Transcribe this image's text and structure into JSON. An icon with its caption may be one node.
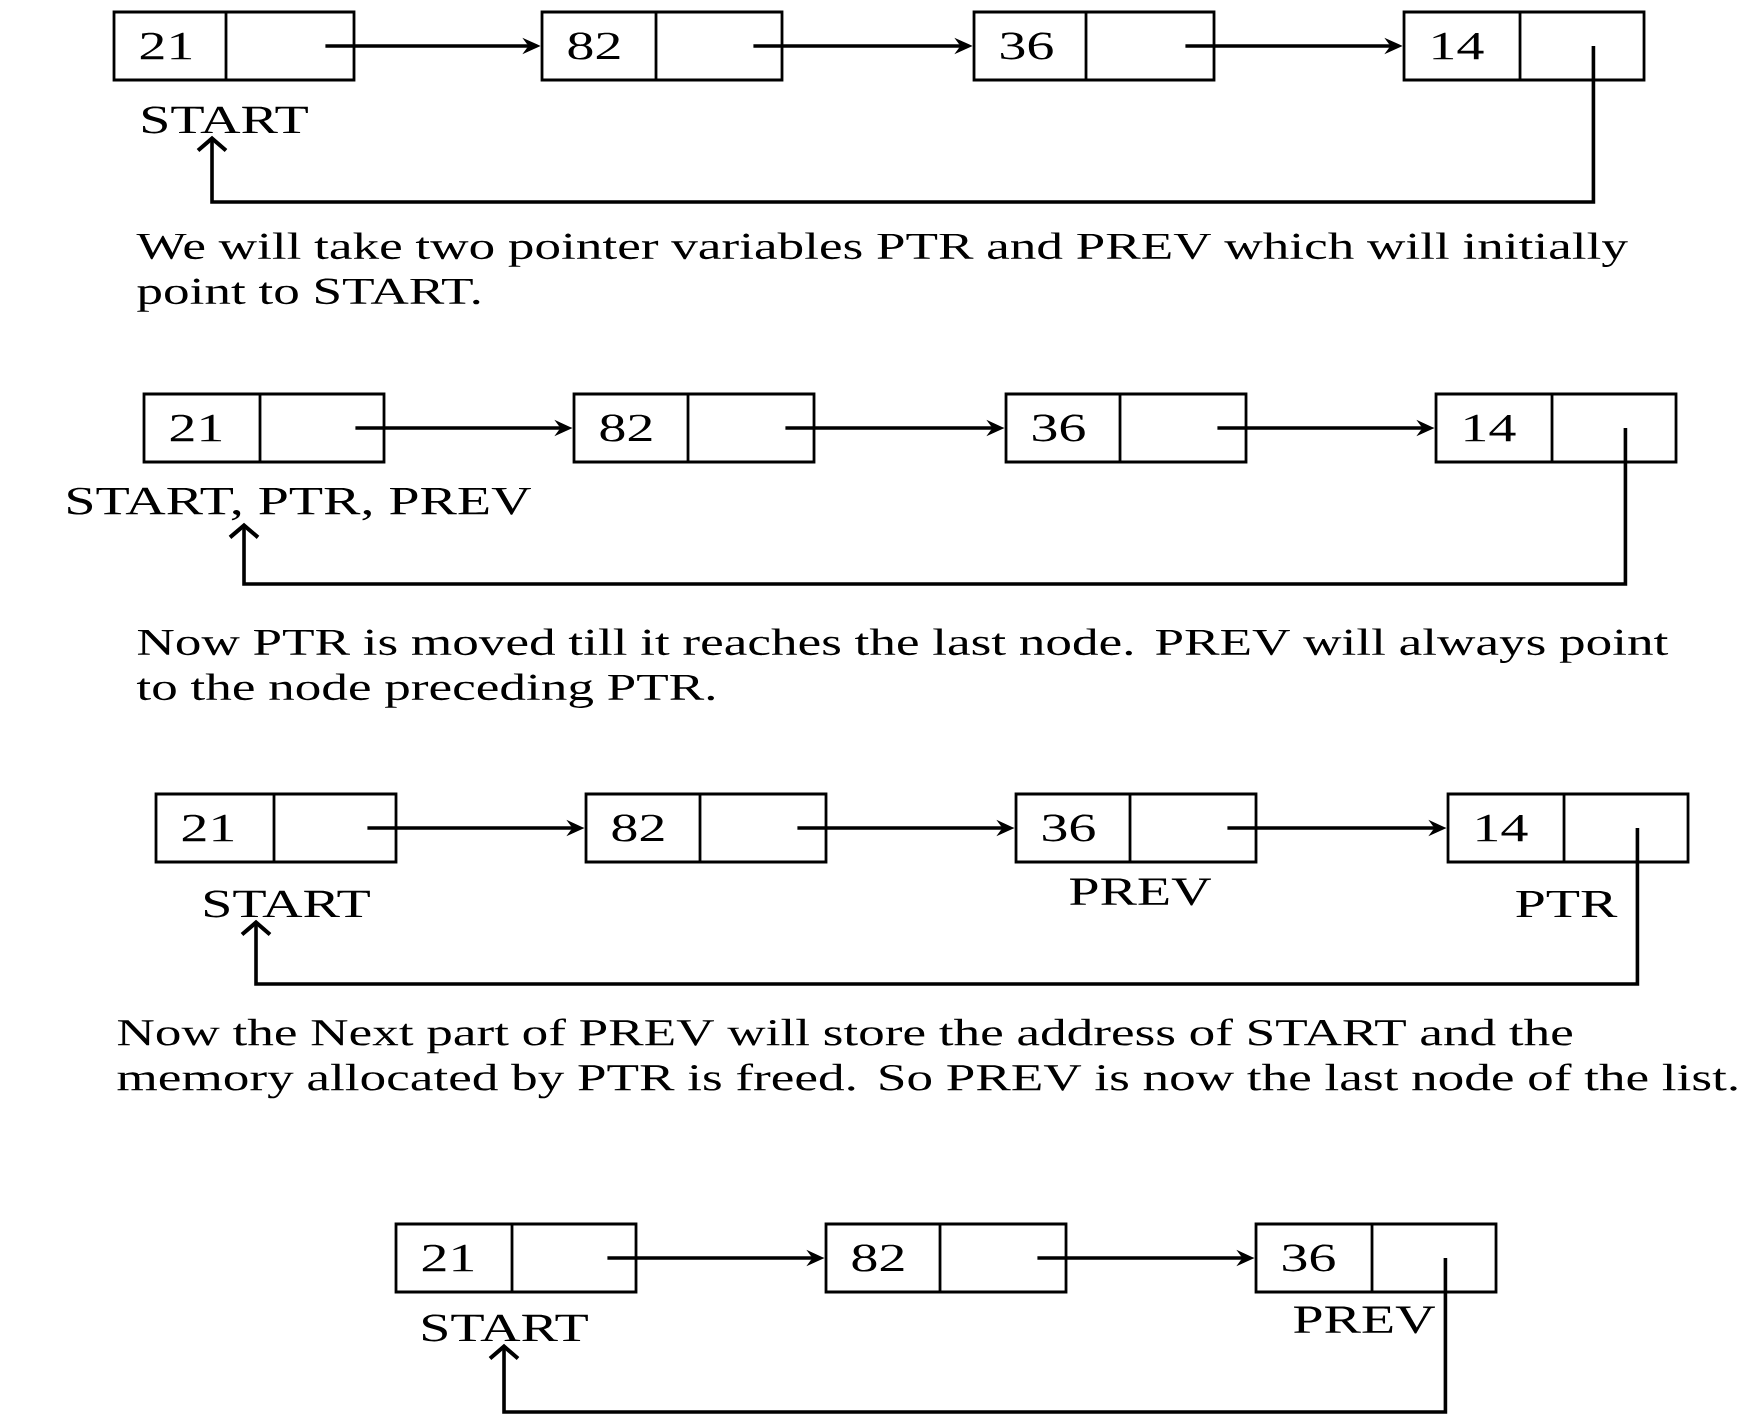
{
  "diagram": {
    "nodes": [
      {
        "text": [
          "21"
        ]
      },
      {
        "text": [
          "82"
        ]
      },
      {
        "text": [
          "36"
        ]
      },
      {
        "text": [
          "14"
        ]
      },
      {
        "text": [
          "START"
        ]
      },
      {
        "text": [
          "21"
        ]
      },
      {
        "text": [
          "82"
        ]
      },
      {
        "text": [
          "36"
        ]
      },
      {
        "text": [
          "14"
        ]
      },
      {
        "text": [
          "START, PTR, PREV"
        ]
      },
      {
        "text": [
          "21"
        ]
      },
      {
        "text": [
          "82"
        ]
      },
      {
        "text": [
          "36"
        ],
        "beside": [
          "PREV"
        ]
      },
      {
        "text": [
          "14"
        ],
        "beside": [
          "PTR"
        ]
      },
      {
        "text": [
          "START"
        ]
      },
      {
        "text": [
          "21"
        ]
      },
      {
        "text": [
          "82"
        ]
      },
      {
        "text": [
          "36"
        ],
        "beside": [
          "PREV"
        ]
      },
      {
        "text": [
          "START"
        ]
      }
    ],
    "edges": [
      {
        "from": 0,
        "to": 1,
        "arrow": "to"
      },
      {
        "from": 1,
        "to": 2,
        "arrow": "to"
      },
      {
        "from": 2,
        "to": 3,
        "arrow": "to"
      },
      {
        "from": 3,
        "to": 4,
        "arrow": "to"
      },
      {
        "from": 5,
        "to": 6,
        "arrow": "to"
      },
      {
        "from": 6,
        "to": 7,
        "arrow": "to"
      },
      {
        "from": 7,
        "to": 8,
        "arrow": "to"
      },
      {
        "from": 8,
        "to": 9,
        "arrow": "to"
      },
      {
        "from": 10,
        "to": 11,
        "arrow": "to"
      },
      {
        "from": 11,
        "to": 12,
        "arrow": "to"
      },
      {
        "from": 12,
        "to": 13,
        "arrow": "to"
      },
      {
        "from": 13,
        "to": 14,
        "arrow": "to"
      },
      {
        "from": 15,
        "to": 16,
        "arrow": "to"
      },
      {
        "from": 16,
        "to": 17,
        "arrow": "to"
      },
      {
        "from": 17,
        "to": 18,
        "arrow": "to"
      }
    ],
    "labels": [
      "We will take two pointer variables PTR and PREV which will initially point to START.",
      "Now PTR is moved till it reaches the last node. PREV will always point to the node preceding PTR.",
      "Now the Next part of PREV will store the address of START and the memory allocated by PTR is freed. So PREV is now the last node of the list."
    ]
  }
}
